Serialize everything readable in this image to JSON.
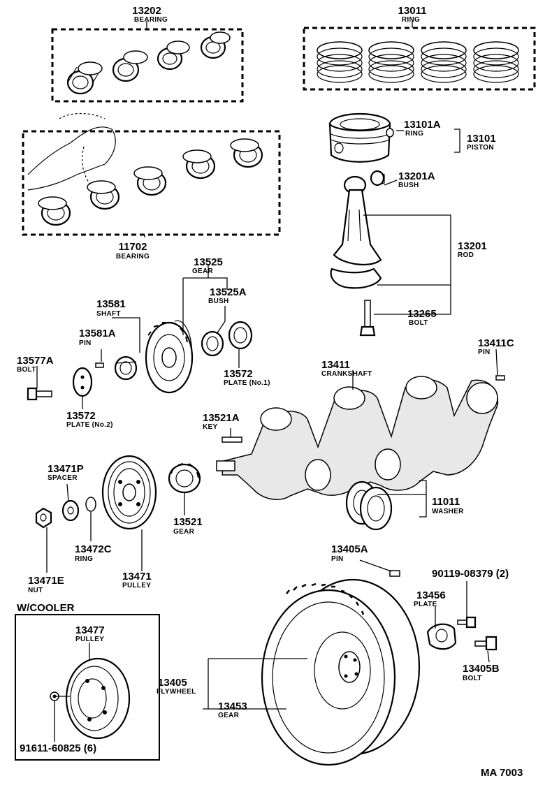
{
  "diagram_ref": "MA 7003",
  "section_heading": "W/COOLER",
  "parts": [
    {
      "id": "p13202",
      "number": "13202",
      "name": "BEARING"
    },
    {
      "id": "p13011",
      "number": "13011",
      "name": "RING"
    },
    {
      "id": "p13101A",
      "number": "13101A",
      "name": "RING"
    },
    {
      "id": "p13101",
      "number": "13101",
      "name": "PISTON"
    },
    {
      "id": "p13201A",
      "number": "13201A",
      "name": "BUSH"
    },
    {
      "id": "p11702",
      "number": "11702",
      "name": "BEARING"
    },
    {
      "id": "p13201",
      "number": "13201",
      "name": "ROD"
    },
    {
      "id": "p13525",
      "number": "13525",
      "name": "GEAR"
    },
    {
      "id": "p13525A",
      "number": "13525A",
      "name": "BUSH"
    },
    {
      "id": "p13581",
      "number": "13581",
      "name": "SHAFT"
    },
    {
      "id": "p13581A",
      "number": "13581A",
      "name": "PIN"
    },
    {
      "id": "p13265",
      "number": "13265",
      "name": "BOLT"
    },
    {
      "id": "p13411C",
      "number": "13411C",
      "name": "PIN"
    },
    {
      "id": "p13577A",
      "number": "13577A",
      "name": "BOLT"
    },
    {
      "id": "p13572_1",
      "number": "13572",
      "name": "PLATE (No.1)"
    },
    {
      "id": "p13411",
      "number": "13411",
      "name": "CRANKSHAFT"
    },
    {
      "id": "p13572_2",
      "number": "13572",
      "name": "PLATE (No.2)"
    },
    {
      "id": "p13521A",
      "number": "13521A",
      "name": "KEY"
    },
    {
      "id": "p13471P",
      "number": "13471P",
      "name": "SPACER"
    },
    {
      "id": "p11011",
      "number": "11011",
      "name": "WASHER"
    },
    {
      "id": "p13521",
      "number": "13521",
      "name": "GEAR"
    },
    {
      "id": "p13472C",
      "number": "13472C",
      "name": "RING"
    },
    {
      "id": "p13405A",
      "number": "13405A",
      "name": "PIN"
    },
    {
      "id": "p90119",
      "number": "90119-08379 (2)",
      "name": ""
    },
    {
      "id": "p13471E",
      "number": "13471E",
      "name": "NUT"
    },
    {
      "id": "p13471",
      "number": "13471",
      "name": "PULLEY"
    },
    {
      "id": "p13456",
      "number": "13456",
      "name": "PLATE"
    },
    {
      "id": "p13477",
      "number": "13477",
      "name": "PULLEY"
    },
    {
      "id": "p13405B",
      "number": "13405B",
      "name": "BOLT"
    },
    {
      "id": "p13405",
      "number": "13405",
      "name": "FLYWHEEL"
    },
    {
      "id": "p13453",
      "number": "13453",
      "name": "GEAR"
    },
    {
      "id": "p91611",
      "number": "91611-60825 (6)",
      "name": ""
    }
  ]
}
